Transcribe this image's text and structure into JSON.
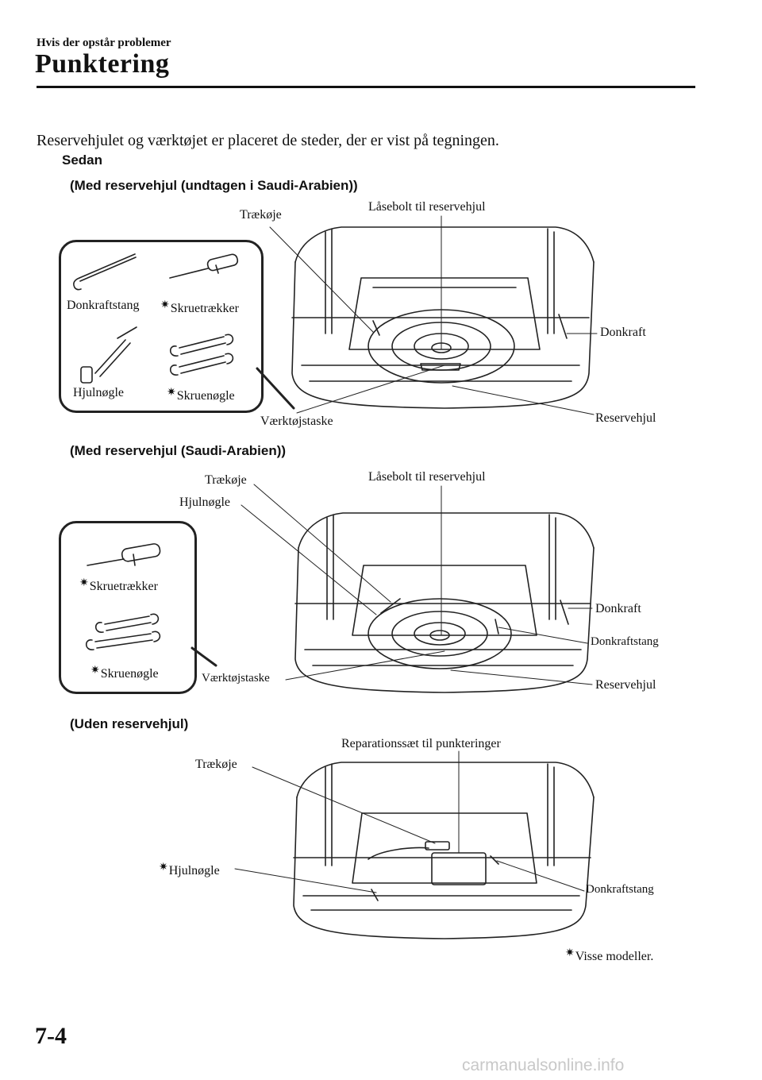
{
  "header": {
    "section": "Hvis der opstår problemer",
    "title": "Punktering"
  },
  "intro": "Reservehjulet og værktøjet er placeret de steder, der er vist på tegningen.",
  "model": "Sedan",
  "diagrams": [
    {
      "heading": "(Med reservehjul (undtagen i Saudi-Arabien))",
      "labels": {
        "traekoeje": "Trækøje",
        "laasebolt": "Låsebolt til reservehjul",
        "donkraft": "Donkraft",
        "reservehjul": "Reservehjul",
        "vaerktoejstaske": "Værktøjstaske"
      },
      "tools": {
        "donkraftstang": "Donkraftstang",
        "skruetraekker": "Skruetrækker",
        "hjulnoegle": "Hjulnøgle",
        "skruenoegle": "Skruenøgle"
      }
    },
    {
      "heading": "(Med reservehjul (Saudi-Arabien))",
      "labels": {
        "traekoeje": "Trækøje",
        "hjulnoegle": "Hjulnøgle",
        "laasebolt": "Låsebolt til reservehjul",
        "donkraft": "Donkraft",
        "donkraftstang": "Donkraftstang",
        "reservehjul": "Reservehjul",
        "vaerktoejstaske": "Værktøjstaske"
      },
      "tools": {
        "skruetraekker": "Skruetrækker",
        "skruenoegle": "Skruenøgle"
      }
    },
    {
      "heading": "(Uden reservehjul)",
      "labels": {
        "reparationssaet": "Reparationssæt til punkteringer",
        "traekoeje": "Trækøje",
        "hjulnoegle": "Hjulnøgle",
        "donkraftstang": "Donkraftstang"
      }
    }
  ],
  "footnote": "Visse modeller.",
  "star_symbol": "✷",
  "page_number": "7-4",
  "watermark": "carmanualsonline.info"
}
